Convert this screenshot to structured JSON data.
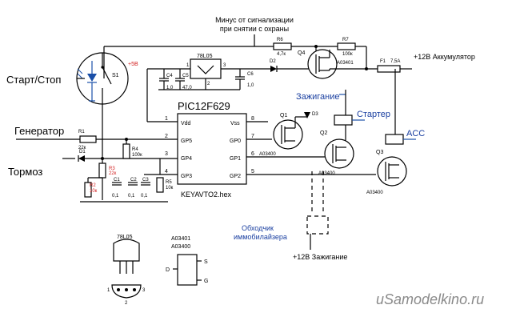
{
  "labels": {
    "minus_line1": "Минус от сигнализации",
    "minus_line2": "при снятии с охраны",
    "start_stop": "Старт/Стоп",
    "generator": "Генератор",
    "brake": "Тормоз",
    "plus5": "+5В",
    "accum": "+12В Аккумулятор",
    "ignition": "Зажигание",
    "starter": "Стартер",
    "acc": "ACC",
    "bypass_line1": "Обходчик",
    "bypass_line2": "иммобилайзера",
    "ign12": "+12В Зажигание",
    "watermark": "uSamodelkino.ru"
  },
  "mcu": {
    "name": "PIC12F629",
    "firmware": "KEYAVTO2.hex",
    "pins_left": [
      {
        "num": "1",
        "name": "Vdd"
      },
      {
        "num": "2",
        "name": "GP5"
      },
      {
        "num": "3",
        "name": "GP4"
      },
      {
        "num": "4",
        "name": "GP3"
      }
    ],
    "pins_right": [
      {
        "num": "8",
        "name": "Vss"
      },
      {
        "num": "7",
        "name": "GP0"
      },
      {
        "num": "6",
        "name": "GP1"
      },
      {
        "num": "5",
        "name": "GP2"
      }
    ]
  },
  "components": {
    "s1": "S1",
    "r1": "R1",
    "r1v": "22к",
    "d1": "D1",
    "r2": "R2",
    "r2v": "10к",
    "r3": "R3",
    "r3v": "22к",
    "r4": "R4",
    "r4v": "100к",
    "r5": "R5",
    "r5v": "10к",
    "c1": "C1",
    "c1v": "0,1",
    "c2": "C2",
    "c2v": "0,1",
    "c3": "C3",
    "c3v": "0,1",
    "c4": "C4",
    "c4v": "1,0",
    "c5": "C5",
    "c5v": "47,0",
    "c6": "C6",
    "c6v": "1,0",
    "reg": "78L05",
    "reg_pin1": "1",
    "reg_pin2": "2",
    "reg_pin3": "3",
    "d2": "D2",
    "d3": "D3",
    "r6": "R6",
    "r6v": "4,7к",
    "r7": "R7",
    "r7v": "100к",
    "q1": "Q1",
    "q2": "Q2",
    "q3": "Q3",
    "q4": "Q4",
    "q4v": "A03401",
    "qn": "A03400",
    "f1": "F1",
    "f1v": "7,5A"
  },
  "legend": {
    "reg_title": "78L05",
    "pin1": "1",
    "pin2": "2",
    "pin3": "3",
    "mos_title1": "A03401",
    "mos_title2": "A03400",
    "pin_d": "D",
    "pin_s": "S",
    "pin_g": "G"
  }
}
